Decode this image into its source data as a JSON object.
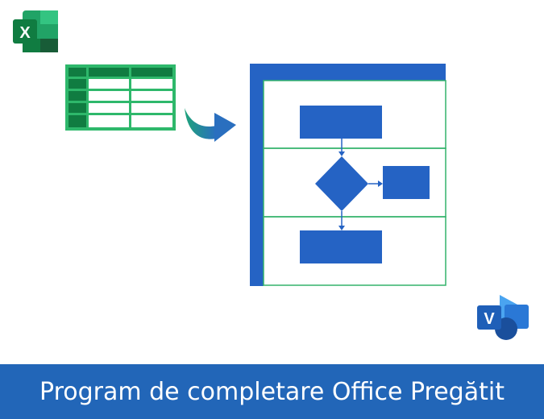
{
  "banner": {
    "title": "Program de completare Office Pregătit"
  },
  "icons": {
    "excel_logo": "excel-logo",
    "visio_logo": "visio-logo",
    "excel_letter": "X",
    "visio_letter": "V"
  },
  "colors": {
    "banner": "#2266b8",
    "flow_blue": "#2563c4",
    "lane_green": "#33b36b",
    "table_green": "#2eb86b",
    "table_dark": "#107c41",
    "arrow_start": "#1fa37a",
    "arrow_end": "#2a6fbf"
  }
}
